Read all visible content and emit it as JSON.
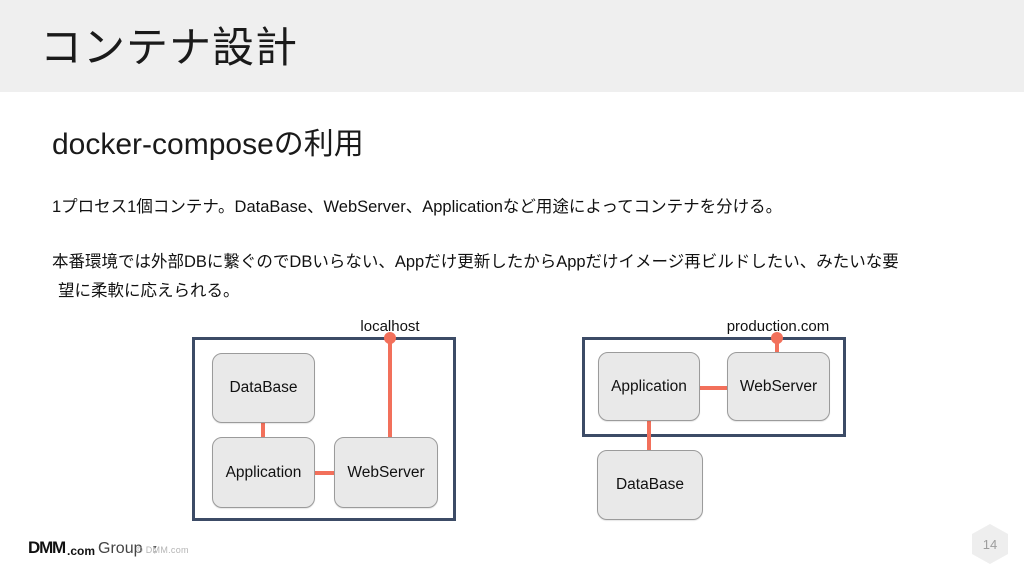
{
  "slide": {
    "title": "コンテナ設計",
    "page_number": "14",
    "header_bg": "#efefef"
  },
  "content": {
    "heading": "docker-composeの利用",
    "paragraph_1": "1プロセス1個コンテナ。DataBase、WebServer、Applicationなど用途によってコンテナを分ける。",
    "paragraph_2_line_1": "本番環境では外部DBに繋ぐのでDBいらない、Appだけ更新したからAppだけイメージ再ビルドしたい、みたいな要",
    "paragraph_2_line_2": "望に柔軟に応えられる。"
  },
  "diagrams": [
    {
      "id": "local",
      "network_label": "localhost",
      "services_inside": [
        "DataBase",
        "Application",
        "WebServer"
      ],
      "services_outside": [],
      "boxes": {
        "database": "DataBase",
        "application": "Application",
        "webserver": "WebServer"
      },
      "connections": [
        {
          "from": "DataBase",
          "to": "Application"
        },
        {
          "from": "Application",
          "to": "WebServer"
        },
        {
          "from": "WebServer",
          "to": "localhost"
        }
      ]
    },
    {
      "id": "production",
      "network_label": "production.com",
      "services_inside": [
        "Application",
        "WebServer"
      ],
      "services_outside": [
        "DataBase"
      ],
      "boxes": {
        "application": "Application",
        "webserver": "WebServer",
        "database": "DataBase"
      },
      "connections": [
        {
          "from": "Application",
          "to": "WebServer"
        },
        {
          "from": "Application",
          "to": "DataBase"
        },
        {
          "from": "WebServer",
          "to": "production.com"
        }
      ]
    }
  ],
  "footer": {
    "logo_dmm": "DMM",
    "logo_com": ".com",
    "logo_group": "Group",
    "logo_mark": "triangle-mark-icon",
    "copyright": "© DMM.com"
  },
  "colors": {
    "connector": "#f2705b",
    "network_border": "#3c4b66",
    "service_fill": "#e9e9e9",
    "service_border": "#9b9b9b",
    "page_number_fill": "#eeeeee"
  }
}
